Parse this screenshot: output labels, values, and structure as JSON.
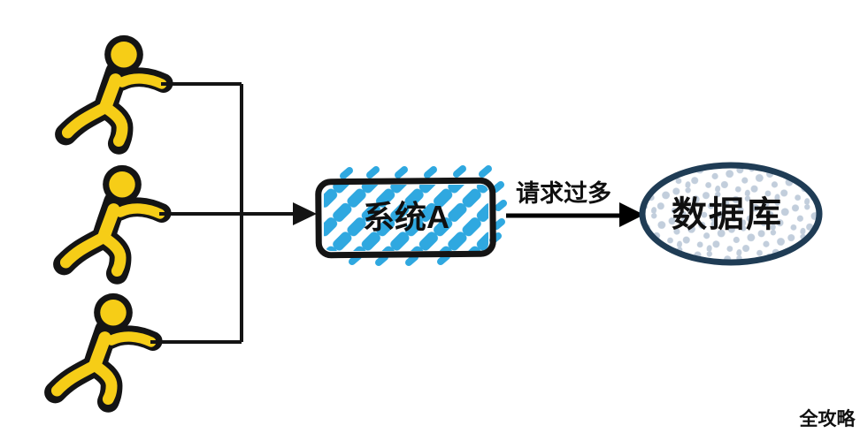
{
  "diagram": {
    "background_color": "#FFFFFF",
    "clients": {
      "icon": "running-person-icon",
      "count": 3,
      "fill_color": "#F6CD17",
      "outline_color": "#141414"
    },
    "system_node": {
      "label": "系统A",
      "shape": "rounded-rectangle",
      "stripe_color": "#2FA8E0",
      "border_color": "#141414",
      "text_color": "#101010"
    },
    "edge": {
      "label": "请求过多",
      "color": "#000000",
      "direction": "system-to-database"
    },
    "database_node": {
      "label": "数据库",
      "shape": "ellipse",
      "outline_color": "#1F3C55",
      "speckle_color": "#C2CEDC",
      "text_color": "#101010"
    },
    "watermark": {
      "label": "全攻略",
      "color": "#B69B7B"
    }
  }
}
